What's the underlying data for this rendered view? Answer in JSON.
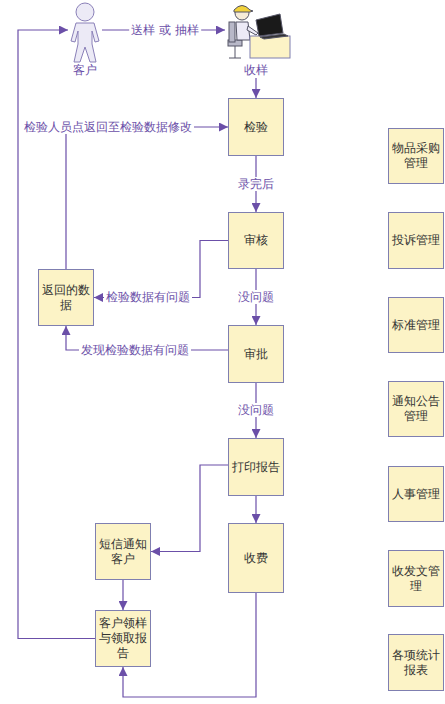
{
  "diagram": {
    "nodes": [
      {
        "text": [
          "客户"
        ]
      },
      {
        "text": [
          "收样"
        ]
      },
      {
        "text": [
          "检验"
        ]
      },
      {
        "text": [
          "审核"
        ]
      },
      {
        "text": [
          "返回的数据"
        ]
      },
      {
        "text": [
          "审批"
        ]
      },
      {
        "text": [
          "打印报告"
        ]
      },
      {
        "text": [
          "短信通知客户"
        ]
      },
      {
        "text": [
          "收费"
        ]
      },
      {
        "text": [
          "客户领样与领取报告"
        ]
      },
      {
        "text": [
          "物品采购管理"
        ]
      },
      {
        "text": [
          "投诉管理"
        ]
      },
      {
        "text": [
          "标准管理"
        ]
      },
      {
        "text": [
          "通知公告管理"
        ]
      },
      {
        "text": [
          "人事管理"
        ]
      },
      {
        "text": [
          "收发文管理"
        ]
      },
      {
        "text": [
          "各项统计报表"
        ]
      }
    ],
    "edges": [
      {
        "from": 0,
        "to": 1,
        "label": "送样 或 抽样",
        "arrow": "to"
      },
      {
        "from": 1,
        "to": 2,
        "arrow": "to"
      },
      {
        "from": 2,
        "to": 3,
        "label": "录完后",
        "arrow": "to"
      },
      {
        "from": 3,
        "to": 4,
        "label": "检验数据有问题",
        "arrow": "to"
      },
      {
        "from": 3,
        "to": 5,
        "label": "没问题",
        "arrow": "to"
      },
      {
        "from": 5,
        "to": 4,
        "label": "发现检验数据有问题",
        "arrow": "to"
      },
      {
        "from": 4,
        "to": 2,
        "label": "检验人员点返回至检验数据修改",
        "arrow": "to"
      },
      {
        "from": 5,
        "to": 6,
        "label": "没问题",
        "arrow": "to"
      },
      {
        "from": 6,
        "to": 7,
        "arrow": "to"
      },
      {
        "from": 6,
        "to": 8,
        "arrow": "to"
      },
      {
        "from": 7,
        "to": 9,
        "arrow": "to"
      },
      {
        "from": 8,
        "to": 9,
        "arrow": "to"
      },
      {
        "from": 9,
        "to": 0,
        "arrow": "to"
      }
    ]
  }
}
